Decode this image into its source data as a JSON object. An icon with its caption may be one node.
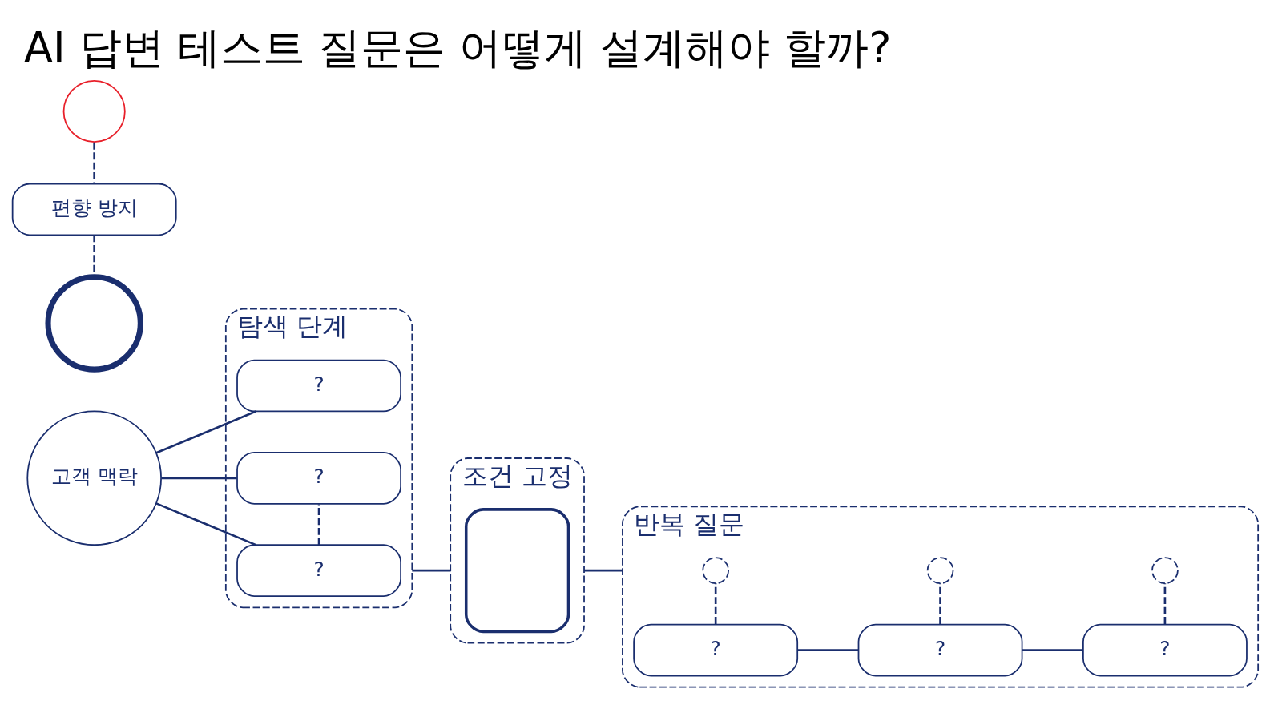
{
  "diagram": {
    "title": "AI 답변 테스트 질문은 어떻게 설계해야 할까?",
    "nodes": [
      {
        "text": [
          "고객 맥락"
        ]
      },
      {
        "text": [
          "탐색 단계"
        ]
      },
      {
        "text": [
          "?"
        ],
        "in": 1
      },
      {
        "text": [
          "?"
        ],
        "in": 1
      },
      {
        "text": [
          "?"
        ],
        "in": 1
      },
      {
        "text": [
          "조건 고정"
        ]
      },
      {
        "text": [],
        "shape": "box",
        "in": 5
      },
      {
        "text": [],
        "shape": "circle"
      },
      {
        "text": [
          "편향 방지"
        ]
      },
      {
        "text": [],
        "shape": "circle"
      },
      {
        "text": [
          "반복 질문"
        ]
      },
      {
        "text": [
          "?"
        ],
        "in": 10
      },
      {
        "text": [
          "?"
        ],
        "in": 10
      },
      {
        "text": [
          "?"
        ],
        "in": 10
      },
      {
        "text": [],
        "shape": "circle",
        "in": 10
      },
      {
        "text": [],
        "shape": "circle",
        "in": 10
      },
      {
        "text": [],
        "shape": "circle",
        "in": 10
      }
    ],
    "edges": [
      {
        "from": 0,
        "to": 2,
        "arrow": "none"
      },
      {
        "from": 0,
        "to": 3,
        "arrow": "none"
      },
      {
        "from": 0,
        "to": 4,
        "arrow": "none"
      },
      {
        "from": 3,
        "to": 4,
        "arrow": "none",
        "style": "dashed"
      },
      {
        "from": 1,
        "to": 5,
        "arrow": "none"
      },
      {
        "from": 5,
        "to": 10,
        "arrow": "none"
      },
      {
        "from": 7,
        "to": 8,
        "arrow": "none",
        "style": "dashed"
      },
      {
        "from": 8,
        "to": 9,
        "arrow": "none",
        "style": "dashed"
      },
      {
        "from": 11,
        "to": 12,
        "arrow": "none"
      },
      {
        "from": 12,
        "to": 13,
        "arrow": "none"
      },
      {
        "from": 11,
        "to": 14,
        "arrow": "none",
        "style": "dashed"
      },
      {
        "from": 12,
        "to": 15,
        "arrow": "none",
        "style": "dashed"
      },
      {
        "from": 13,
        "to": 16,
        "arrow": "none",
        "style": "dashed"
      }
    ]
  }
}
